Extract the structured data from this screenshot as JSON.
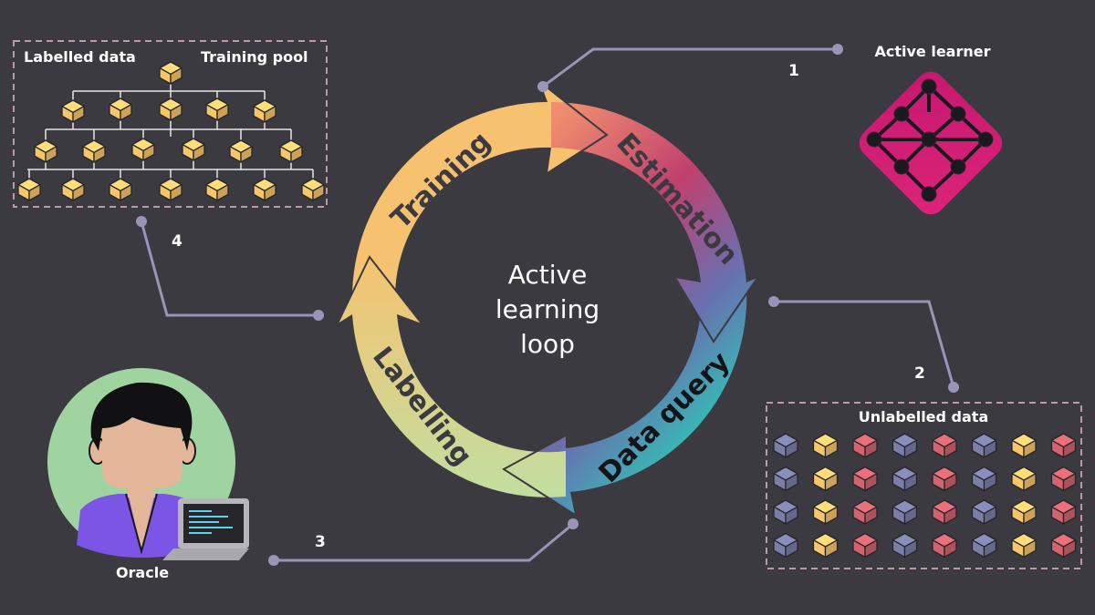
{
  "center": {
    "line1": "Active",
    "line2": "learning",
    "line3": "loop"
  },
  "stages": {
    "training": "Training",
    "estimation": "Estimation",
    "data_query": "Data query",
    "labelling": "Labelling"
  },
  "steps": {
    "s1": "1",
    "s2": "2",
    "s3": "3",
    "s4": "4"
  },
  "labels": {
    "labelled_data": "Labelled data",
    "training_pool": "Training pool",
    "active_learner": "Active learner",
    "unlabelled_data": "Unlabelled data",
    "oracle": "Oracle"
  },
  "colors": {
    "background": "#3b3a40",
    "connector": "#9b93b8",
    "cube_orange": "#f7c66a",
    "cube_blue": "#7b7fa8",
    "cube_red": "#d2646e",
    "learner_magenta": "#d81f6f",
    "oracle_green": "#9fd4a0",
    "oracle_shirt": "#7b55e6"
  },
  "unlabelled_pattern": [
    "blue",
    "orange",
    "red",
    "blue",
    "red",
    "blue",
    "orange",
    "red"
  ]
}
